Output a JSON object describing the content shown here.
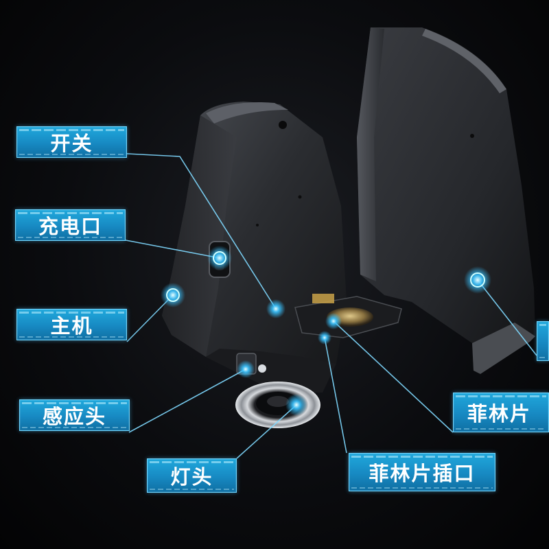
{
  "labels": {
    "switch": "开关",
    "charging_port": "充电口",
    "host": "主机",
    "sensor_head": "感应头",
    "lamp_head": "灯头",
    "film_slot": "菲林片插口",
    "film": "菲林片"
  },
  "colors": {
    "callout_fill": "#1a93cc",
    "callout_border": "#6fd6ff",
    "leader_line": "#7fd9ff",
    "marker_glow": "#38c2ff",
    "background": "#050608"
  }
}
